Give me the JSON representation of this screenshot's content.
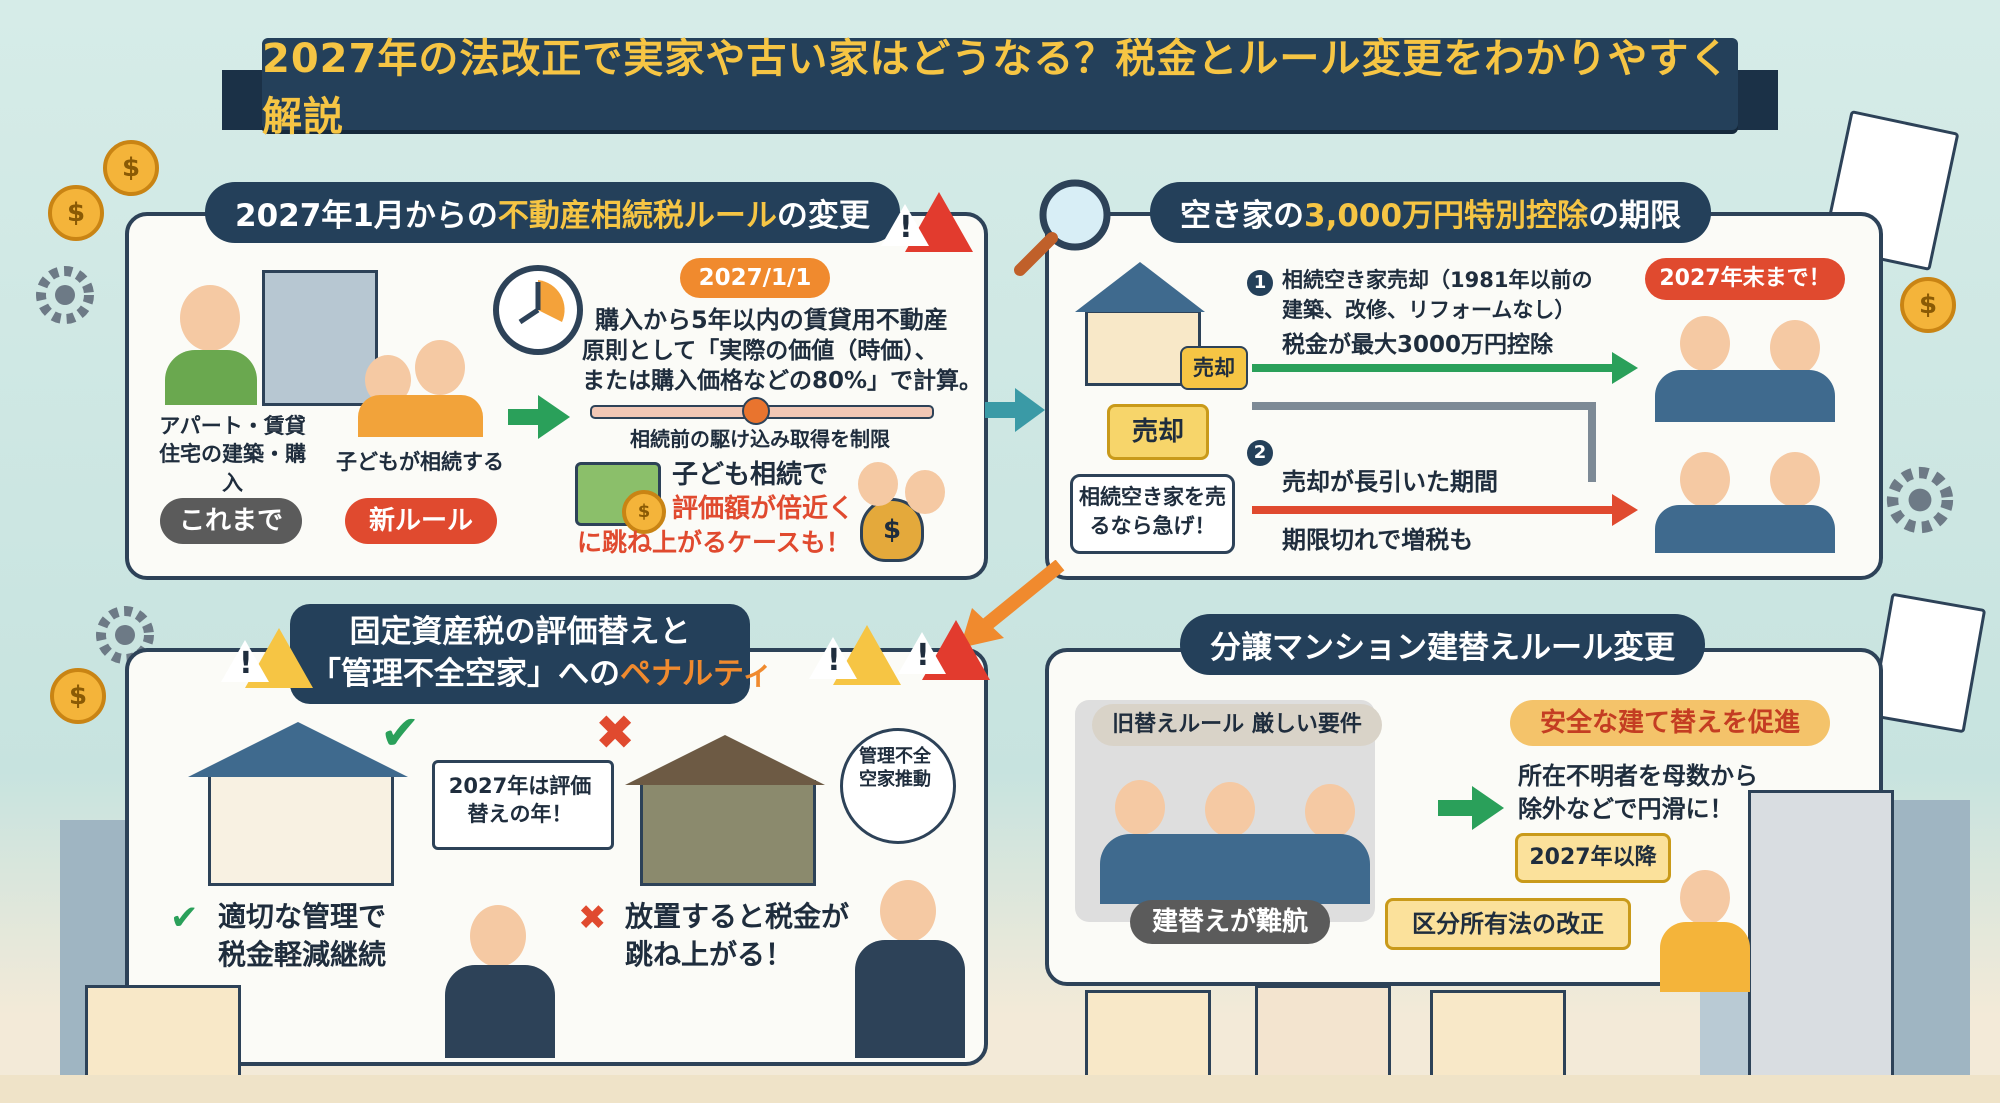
{
  "title": "2027年の法改正で実家や古い家はどうなる？税金とルール変更をわかりやすく解説",
  "panel1": {
    "title_plain1": "2027年1月からの",
    "title_hl": "不動産相続税ルール",
    "title_plain2": "の変更",
    "left_caption": "アパート・賃貸住宅の建築・購入",
    "right_caption": "子どもが相続する",
    "before_tag": "これまで",
    "new_tag": "新ルール",
    "date_tag": "2027/1/1",
    "rule_line1": "購入から5年以内の賃貸用不動産",
    "rule_line2": "原則として「実際の価値（時価）、",
    "rule_line3": "または購入価格などの80%」で計算。",
    "limit_label": "相続前の駆け込み取得を制限",
    "case_line1": "子ども相続で",
    "case_line2": "評価額が倍近く",
    "case_line3": "に跳ね上がるケースも！"
  },
  "panel2": {
    "title_plain1": "空き家の",
    "title_hl": "3,000万円特別控除",
    "title_plain2": "の期限",
    "sell_tag_small": "売却",
    "sell_tag": "売却",
    "urge_box": "相続空き家を売るなら急げ！",
    "num1": "1",
    "item1_line1": "相続空き家売却（1981年以前の",
    "item1_line2": "建築、改修、リフォームなし）",
    "item1_line3": "税金が最大3000万円控除",
    "deadline": "2027年末まで！",
    "num2": "2",
    "item2_line1": "売却が長引いた期間",
    "item2_line2": "期限切れで増税も"
  },
  "panel3": {
    "title_line1": "固定資産税の評価替えと",
    "title_line2a": "「管理不全空家」への",
    "title_line2b": "ペナルティ",
    "center_box": "2027年は評価替えの年！",
    "bubble": "管理不全空家推動",
    "good_line1": "適切な管理で",
    "good_line2": "税金軽減継続",
    "bad_line1": "放置すると税金が",
    "bad_line2": "跳ね上がる！"
  },
  "panel4": {
    "title": "分譲マンション建替えルール変更",
    "old_tag": "旧替えルール 厳しい要件",
    "new_tag": "安全な建て替えを促進",
    "desc_line1": "所在不明者を母数から",
    "desc_line2": "除外などで円滑に！",
    "year_box": "2027年以降",
    "hard_tag": "建替えが難航",
    "law_box": "区分所有法の改正"
  },
  "colors": {
    "navy": "#24405a",
    "gold": "#f6c544",
    "red": "#e04a2f",
    "green": "#2aa05a",
    "orange": "#f08a2e"
  }
}
